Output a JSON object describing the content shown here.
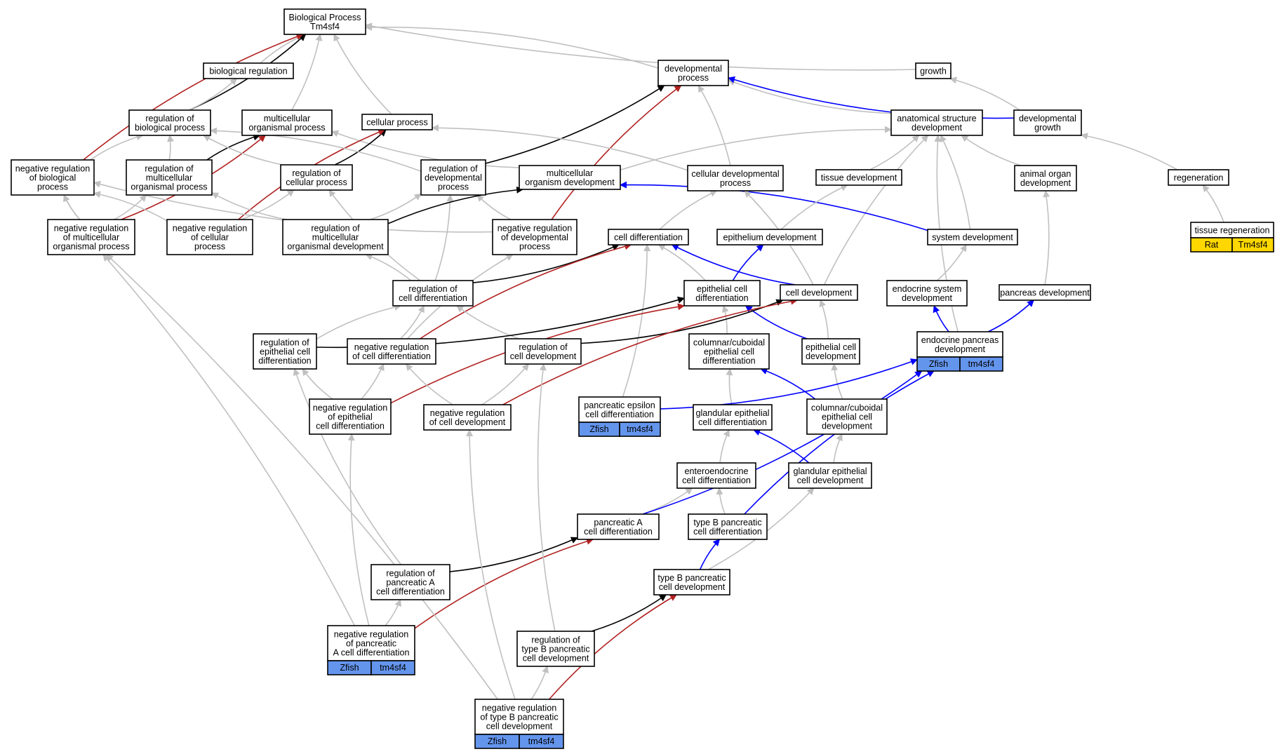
{
  "colors": {
    "is_a": "#c0c0c0",
    "part_of": "#000000",
    "regulates": "#0000ff",
    "negatively_regulates": "#b22222",
    "zfish_annotation": "#6495ed",
    "rat_annotation": "#ffd700"
  },
  "nodes": [
    {
      "id": "bp",
      "lines": [
        "Biological Process",
        "Tm4sf4"
      ]
    },
    {
      "id": "breg",
      "lines": [
        "biological regulation"
      ]
    },
    {
      "id": "devproc",
      "lines": [
        "developmental",
        "process"
      ]
    },
    {
      "id": "growth",
      "lines": [
        "growth"
      ]
    },
    {
      "id": "regbp",
      "lines": [
        "regulation of",
        "biological process"
      ]
    },
    {
      "id": "mop",
      "lines": [
        "multicellular",
        "organismal process"
      ]
    },
    {
      "id": "cellproc",
      "lines": [
        "cellular process"
      ]
    },
    {
      "id": "asd",
      "lines": [
        "anatomical structure",
        "development"
      ]
    },
    {
      "id": "devgrowth",
      "lines": [
        "developmental",
        "growth"
      ]
    },
    {
      "id": "negregbp",
      "lines": [
        "negative regulation",
        "of biological",
        "process"
      ]
    },
    {
      "id": "regmop",
      "lines": [
        "regulation of",
        "multicellular",
        "organismal process"
      ]
    },
    {
      "id": "regcp",
      "lines": [
        "regulation of",
        "cellular process"
      ]
    },
    {
      "id": "regdp",
      "lines": [
        "regulation of",
        "developmental",
        "process"
      ]
    },
    {
      "id": "mod",
      "lines": [
        "multicellular",
        "organism development"
      ]
    },
    {
      "id": "cdp",
      "lines": [
        "cellular developmental",
        "process"
      ]
    },
    {
      "id": "tissuedev",
      "lines": [
        "tissue development"
      ]
    },
    {
      "id": "aod",
      "lines": [
        "animal organ",
        "development"
      ]
    },
    {
      "id": "regen",
      "lines": [
        "regeneration"
      ]
    },
    {
      "id": "negregmop",
      "lines": [
        "negative regulation",
        "of multicellular",
        "organismal process"
      ]
    },
    {
      "id": "negregcp",
      "lines": [
        "negative regulation",
        "of cellular",
        "process"
      ]
    },
    {
      "id": "regmod",
      "lines": [
        "regulation of",
        "multicellular",
        "organismal development"
      ]
    },
    {
      "id": "negregdp",
      "lines": [
        "negative regulation",
        "of developmental",
        "process"
      ]
    },
    {
      "id": "celldiff",
      "lines": [
        "cell differentiation"
      ]
    },
    {
      "id": "epidev",
      "lines": [
        "epithelium development"
      ]
    },
    {
      "id": "sysdev",
      "lines": [
        "system development"
      ]
    },
    {
      "id": "tissuereg",
      "lines": [
        "tissue regeneration"
      ],
      "cells": [
        {
          "label": "Rat",
          "color": "#ffd700"
        },
        {
          "label": "Tm4sf4",
          "color": "#ffd700"
        }
      ]
    },
    {
      "id": "regcd",
      "lines": [
        "regulation of",
        "cell differentiation"
      ]
    },
    {
      "id": "epicd",
      "lines": [
        "epithelial cell",
        "differentiation"
      ]
    },
    {
      "id": "celldev",
      "lines": [
        "cell development"
      ]
    },
    {
      "id": "endosysdev",
      "lines": [
        "endocrine system",
        "development"
      ]
    },
    {
      "id": "pancdev",
      "lines": [
        "pancreas development"
      ]
    },
    {
      "id": "regepicd",
      "lines": [
        "regulation of",
        "epithelial cell",
        "differentiation"
      ]
    },
    {
      "id": "negregcd",
      "lines": [
        "negative regulation",
        "of cell differentiation"
      ]
    },
    {
      "id": "regcdev",
      "lines": [
        "regulation of",
        "cell development"
      ]
    },
    {
      "id": "colcubcd",
      "lines": [
        "columnar/cuboidal",
        "epithelial cell",
        "differentiation"
      ]
    },
    {
      "id": "epicdev",
      "lines": [
        "epithelial cell",
        "development"
      ]
    },
    {
      "id": "endopancdev",
      "lines": [
        "endocrine pancreas",
        "development"
      ],
      "cells": [
        {
          "label": "Zfish",
          "color": "#6495ed"
        },
        {
          "label": "tm4sf4",
          "color": "#6495ed"
        }
      ]
    },
    {
      "id": "negregepicd",
      "lines": [
        "negative regulation",
        "of epithelial",
        "cell differentiation"
      ]
    },
    {
      "id": "negregcdev",
      "lines": [
        "negative regulation",
        "of cell development"
      ]
    },
    {
      "id": "pancepsilon",
      "lines": [
        "pancreatic epsilon",
        "cell differentiation"
      ],
      "cells": [
        {
          "label": "Zfish",
          "color": "#6495ed"
        },
        {
          "label": "tm4sf4",
          "color": "#6495ed"
        }
      ]
    },
    {
      "id": "glandepicd",
      "lines": [
        "glandular epithelial",
        "cell differentiation"
      ]
    },
    {
      "id": "colcubdev",
      "lines": [
        "columnar/cuboidal",
        "epithelial cell",
        "development"
      ]
    },
    {
      "id": "enteroendo",
      "lines": [
        "enteroendocrine",
        "cell differentiation"
      ]
    },
    {
      "id": "glandepidev",
      "lines": [
        "glandular epithelial",
        "cell development"
      ]
    },
    {
      "id": "pancA",
      "lines": [
        "pancreatic A",
        "cell differentiation"
      ]
    },
    {
      "id": "typeBcd",
      "lines": [
        "type B pancreatic",
        "cell differentiation"
      ]
    },
    {
      "id": "regpancA",
      "lines": [
        "regulation of",
        "pancreatic A",
        "cell differentiation"
      ]
    },
    {
      "id": "typeBdev",
      "lines": [
        "type B pancreatic",
        "cell development"
      ]
    },
    {
      "id": "negregpancA",
      "lines": [
        "negative regulation",
        "of pancreatic",
        "A cell differentiation"
      ],
      "cells": [
        {
          "label": "Zfish",
          "color": "#6495ed"
        },
        {
          "label": "tm4sf4",
          "color": "#6495ed"
        }
      ]
    },
    {
      "id": "regtypeBdev",
      "lines": [
        "regulation of",
        "type B pancreatic",
        "cell development"
      ]
    },
    {
      "id": "negregtypeB",
      "lines": [
        "negative regulation",
        "of type B pancreatic",
        "cell development"
      ],
      "cells": [
        {
          "label": "Zfish",
          "color": "#6495ed"
        },
        {
          "label": "tm4sf4",
          "color": "#6495ed"
        }
      ]
    }
  ],
  "edges": [
    {
      "from": "breg",
      "to": "bp",
      "type": "is_a"
    },
    {
      "from": "devproc",
      "to": "bp",
      "type": "is_a"
    },
    {
      "from": "growth",
      "to": "bp",
      "type": "is_a"
    },
    {
      "from": "mop",
      "to": "bp",
      "type": "is_a"
    },
    {
      "from": "cellproc",
      "to": "bp",
      "type": "is_a"
    },
    {
      "from": "regbp",
      "to": "bp",
      "type": "part_of"
    },
    {
      "from": "negregbp",
      "to": "bp",
      "type": "negatively_regulates"
    },
    {
      "from": "regbp",
      "to": "breg",
      "type": "is_a"
    },
    {
      "from": "asd",
      "to": "devproc",
      "type": "is_a"
    },
    {
      "from": "cdp",
      "to": "devproc",
      "type": "is_a"
    },
    {
      "from": "devgrowth",
      "to": "devproc",
      "type": "regulates"
    },
    {
      "from": "regdp",
      "to": "devproc",
      "type": "part_of"
    },
    {
      "from": "negregdp",
      "to": "devproc",
      "type": "negatively_regulates"
    },
    {
      "from": "devgrowth",
      "to": "growth",
      "type": "is_a"
    },
    {
      "from": "regmop",
      "to": "mop",
      "type": "part_of"
    },
    {
      "from": "negregmop",
      "to": "mop",
      "type": "negatively_regulates"
    },
    {
      "from": "mod",
      "to": "mop",
      "type": "is_a"
    },
    {
      "from": "regcp",
      "to": "cellproc",
      "type": "part_of"
    },
    {
      "from": "negregcp",
      "to": "cellproc",
      "type": "negatively_regulates"
    },
    {
      "from": "cdp",
      "to": "cellproc",
      "type": "is_a"
    },
    {
      "from": "negregbp",
      "to": "regbp",
      "type": "is_a"
    },
    {
      "from": "regmop",
      "to": "regbp",
      "type": "is_a"
    },
    {
      "from": "regcp",
      "to": "regbp",
      "type": "is_a"
    },
    {
      "from": "regdp",
      "to": "regbp",
      "type": "is_a"
    },
    {
      "from": "mod",
      "to": "asd",
      "type": "is_a"
    },
    {
      "from": "tissuedev",
      "to": "asd",
      "type": "is_a"
    },
    {
      "from": "aod",
      "to": "asd",
      "type": "is_a"
    },
    {
      "from": "sysdev",
      "to": "asd",
      "type": "is_a"
    },
    {
      "from": "celldev",
      "to": "asd",
      "type": "is_a"
    },
    {
      "from": "regen",
      "to": "devgrowth",
      "type": "is_a"
    },
    {
      "from": "endopancdev",
      "to": "asd",
      "type": "is_a"
    },
    {
      "from": "tissuereg",
      "to": "regen",
      "type": "is_a"
    },
    {
      "from": "negregmop",
      "to": "negregbp",
      "type": "is_a"
    },
    {
      "from": "negregcp",
      "to": "negregbp",
      "type": "is_a"
    },
    {
      "from": "negregdp",
      "to": "negregbp",
      "type": "is_a"
    },
    {
      "from": "negregmop",
      "to": "regmop",
      "type": "is_a"
    },
    {
      "from": "regmod",
      "to": "regmop",
      "type": "is_a"
    },
    {
      "from": "negregcp",
      "to": "regcp",
      "type": "is_a"
    },
    {
      "from": "regcd",
      "to": "regcp",
      "type": "is_a"
    },
    {
      "from": "regmod",
      "to": "regdp",
      "type": "is_a"
    },
    {
      "from": "negregdp",
      "to": "regdp",
      "type": "is_a"
    },
    {
      "from": "regcd",
      "to": "regdp",
      "type": "is_a"
    },
    {
      "from": "regmod",
      "to": "mod",
      "type": "part_of"
    },
    {
      "from": "sysdev",
      "to": "mod",
      "type": "regulates"
    },
    {
      "from": "celldiff",
      "to": "cdp",
      "type": "is_a"
    },
    {
      "from": "celldev",
      "to": "cdp",
      "type": "is_a"
    },
    {
      "from": "epidev",
      "to": "tissuedev",
      "type": "is_a"
    },
    {
      "from": "pancdev",
      "to": "aod",
      "type": "is_a"
    },
    {
      "from": "negregmop",
      "to": "negregbp",
      "type": "is_a"
    },
    {
      "from": "regcd",
      "to": "regmod",
      "type": "is_a"
    },
    {
      "from": "negregcd",
      "to": "negregdp",
      "type": "is_a"
    },
    {
      "from": "regcd",
      "to": "celldiff",
      "type": "part_of"
    },
    {
      "from": "negregcd",
      "to": "celldiff",
      "type": "negatively_regulates"
    },
    {
      "from": "epicd",
      "to": "celldiff",
      "type": "is_a"
    },
    {
      "from": "celldev",
      "to": "celldiff",
      "type": "regulates"
    },
    {
      "from": "pancepsilon",
      "to": "celldiff",
      "type": "is_a"
    },
    {
      "from": "epicd",
      "to": "epidev",
      "type": "regulates"
    },
    {
      "from": "endosysdev",
      "to": "sysdev",
      "type": "is_a"
    },
    {
      "from": "regepicd",
      "to": "regcd",
      "type": "is_a"
    },
    {
      "from": "negregcd",
      "to": "regcd",
      "type": "is_a"
    },
    {
      "from": "regcdev",
      "to": "regcd",
      "type": "is_a"
    },
    {
      "from": "regepicd",
      "to": "epicd",
      "type": "part_of"
    },
    {
      "from": "negregepicd",
      "to": "epicd",
      "type": "negatively_regulates"
    },
    {
      "from": "colcubcd",
      "to": "epicd",
      "type": "is_a"
    },
    {
      "from": "epicdev",
      "to": "epicd",
      "type": "regulates"
    },
    {
      "from": "regcdev",
      "to": "celldev",
      "type": "part_of"
    },
    {
      "from": "negregcdev",
      "to": "celldev",
      "type": "negatively_regulates"
    },
    {
      "from": "epicdev",
      "to": "celldev",
      "type": "is_a"
    },
    {
      "from": "endopancdev",
      "to": "endosysdev",
      "type": "regulates"
    },
    {
      "from": "endopancdev",
      "to": "pancdev",
      "type": "regulates"
    },
    {
      "from": "negregepicd",
      "to": "regepicd",
      "type": "is_a"
    },
    {
      "from": "negregepicd",
      "to": "negregcd",
      "type": "is_a"
    },
    {
      "from": "negregcdev",
      "to": "negregcd",
      "type": "is_a"
    },
    {
      "from": "negregcdev",
      "to": "regcdev",
      "type": "is_a"
    },
    {
      "from": "glandepicd",
      "to": "colcubcd",
      "type": "is_a"
    },
    {
      "from": "colcubdev",
      "to": "colcubcd",
      "type": "regulates"
    },
    {
      "from": "colcubdev",
      "to": "epicdev",
      "type": "is_a"
    },
    {
      "from": "pancepsilon",
      "to": "endopancdev",
      "type": "regulates"
    },
    {
      "from": "enteroendo",
      "to": "glandepicd",
      "type": "is_a"
    },
    {
      "from": "glandepidev",
      "to": "glandepicd",
      "type": "regulates"
    },
    {
      "from": "glandepidev",
      "to": "colcubdev",
      "type": "is_a"
    },
    {
      "from": "pancA",
      "to": "enteroendo",
      "type": "is_a"
    },
    {
      "from": "typeBcd",
      "to": "enteroendo",
      "type": "is_a"
    },
    {
      "from": "pancA",
      "to": "endopancdev",
      "type": "regulates"
    },
    {
      "from": "typeBcd",
      "to": "endopancdev",
      "type": "regulates"
    },
    {
      "from": "typeBdev",
      "to": "glandepidev",
      "type": "is_a"
    },
    {
      "from": "regpancA",
      "to": "regepicd",
      "type": "is_a"
    },
    {
      "from": "regpancA",
      "to": "pancA",
      "type": "part_of"
    },
    {
      "from": "typeBdev",
      "to": "typeBcd",
      "type": "regulates"
    },
    {
      "from": "negregpancA",
      "to": "regpancA",
      "type": "is_a"
    },
    {
      "from": "negregpancA",
      "to": "negregepicd",
      "type": "is_a"
    },
    {
      "from": "negregpancA",
      "to": "negregmop",
      "type": "is_a"
    },
    {
      "from": "negregpancA",
      "to": "pancA",
      "type": "negatively_regulates"
    },
    {
      "from": "regtypeBdev",
      "to": "typeBdev",
      "type": "part_of"
    },
    {
      "from": "regtypeBdev",
      "to": "regcdev",
      "type": "is_a"
    },
    {
      "from": "negregtypeB",
      "to": "regtypeBdev",
      "type": "is_a"
    },
    {
      "from": "negregtypeB",
      "to": "negregcdev",
      "type": "is_a"
    },
    {
      "from": "negregtypeB",
      "to": "negregmop",
      "type": "is_a"
    },
    {
      "from": "negregtypeB",
      "to": "typeBdev",
      "type": "negatively_regulates"
    }
  ]
}
